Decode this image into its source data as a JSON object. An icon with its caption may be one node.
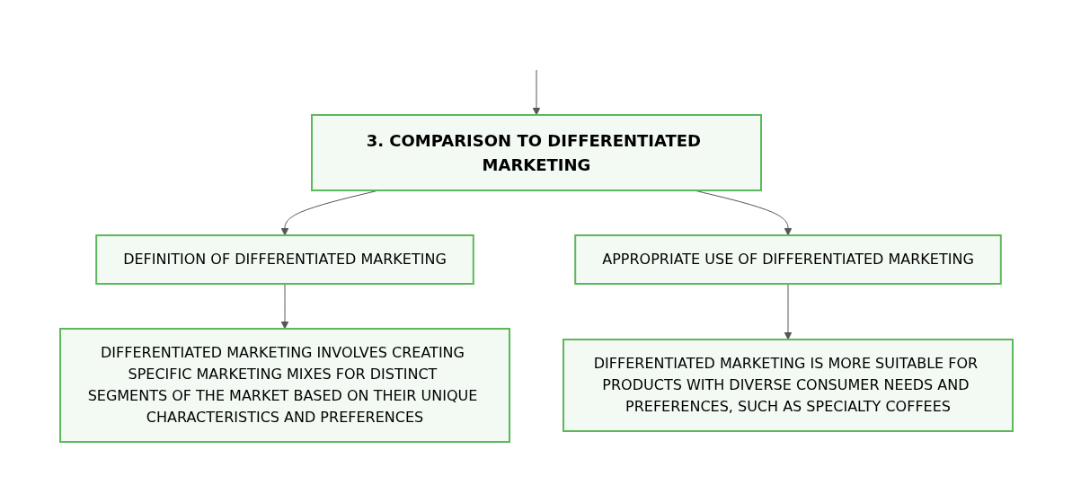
{
  "diagram": {
    "nodes": [
      {
        "text": [
          "3. COMPARISON TO DIFFERENTIATED MARKETING"
        ]
      },
      {
        "text": [
          "DEFINITION OF DIFFERENTIATED MARKETING"
        ]
      },
      {
        "text": [
          "APPROPRIATE USE OF DIFFERENTIATED MARKETING"
        ]
      },
      {
        "text": [
          "DIFFERENTIATED MARKETING INVOLVES CREATING SPECIFIC MARKETING MIXES FOR DISTINCT SEGMENTS OF THE MARKET BASED ON THEIR UNIQUE CHARACTERISTICS AND PREFERENCES"
        ]
      },
      {
        "text": [
          "DIFFERENTIATED MARKETING IS MORE SUITABLE FOR PRODUCTS WITH DIVERSE CONSUMER NEEDS AND PREFERENCES, SUCH AS SPECIALTY COFFEES"
        ]
      }
    ],
    "edges": [
      {
        "from": null,
        "to": 0,
        "arrow": "to"
      },
      {
        "from": 0,
        "to": 1,
        "arrow": "to"
      },
      {
        "from": 0,
        "to": 2,
        "arrow": "to"
      },
      {
        "from": 1,
        "to": 3,
        "arrow": "to"
      },
      {
        "from": 2,
        "to": 4,
        "arrow": "to"
      }
    ]
  }
}
